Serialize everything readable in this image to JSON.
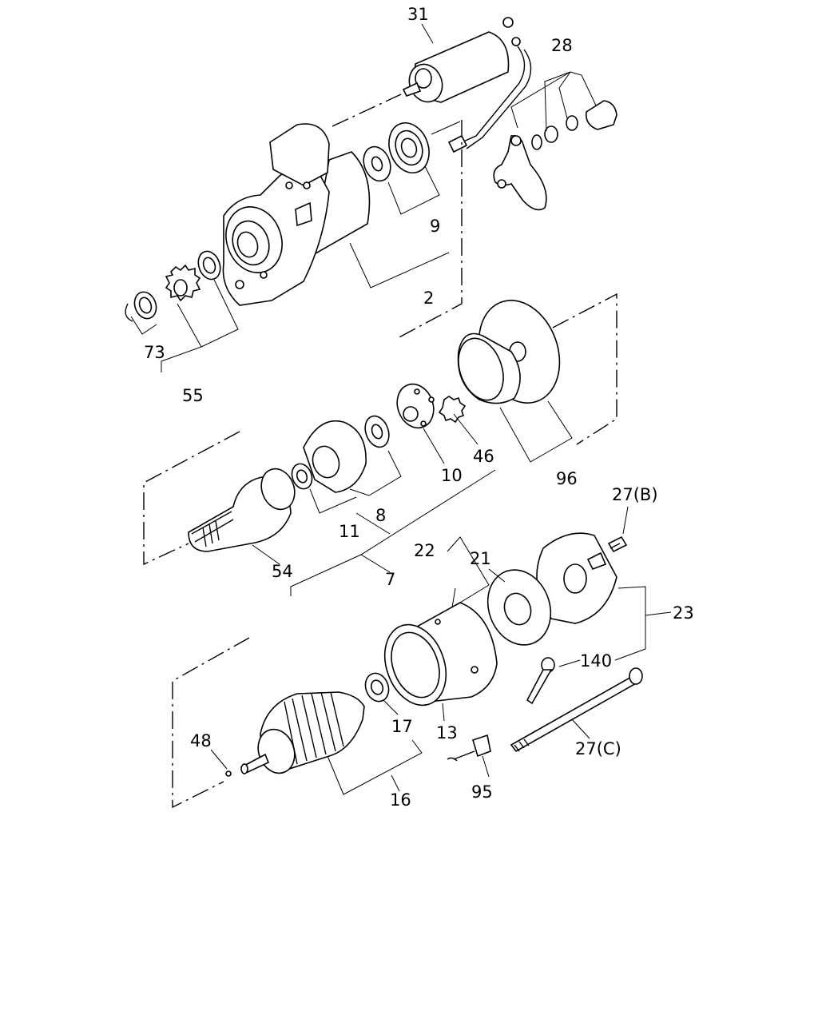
{
  "labels": {
    "l31": "31",
    "l28": "28",
    "l9": "9",
    "l2": "2",
    "l73": "73",
    "l55": "55",
    "l96": "96",
    "l46": "46",
    "l10": "10",
    "l8": "8",
    "l11": "11",
    "l7": "7",
    "l54": "54",
    "l27b": "27(B)",
    "l22": "22",
    "l21": "21",
    "l23": "23",
    "l140": "140",
    "l17": "17",
    "l13": "13",
    "l48": "48",
    "l16": "16",
    "l95": "95",
    "l27c": "27(C)"
  }
}
